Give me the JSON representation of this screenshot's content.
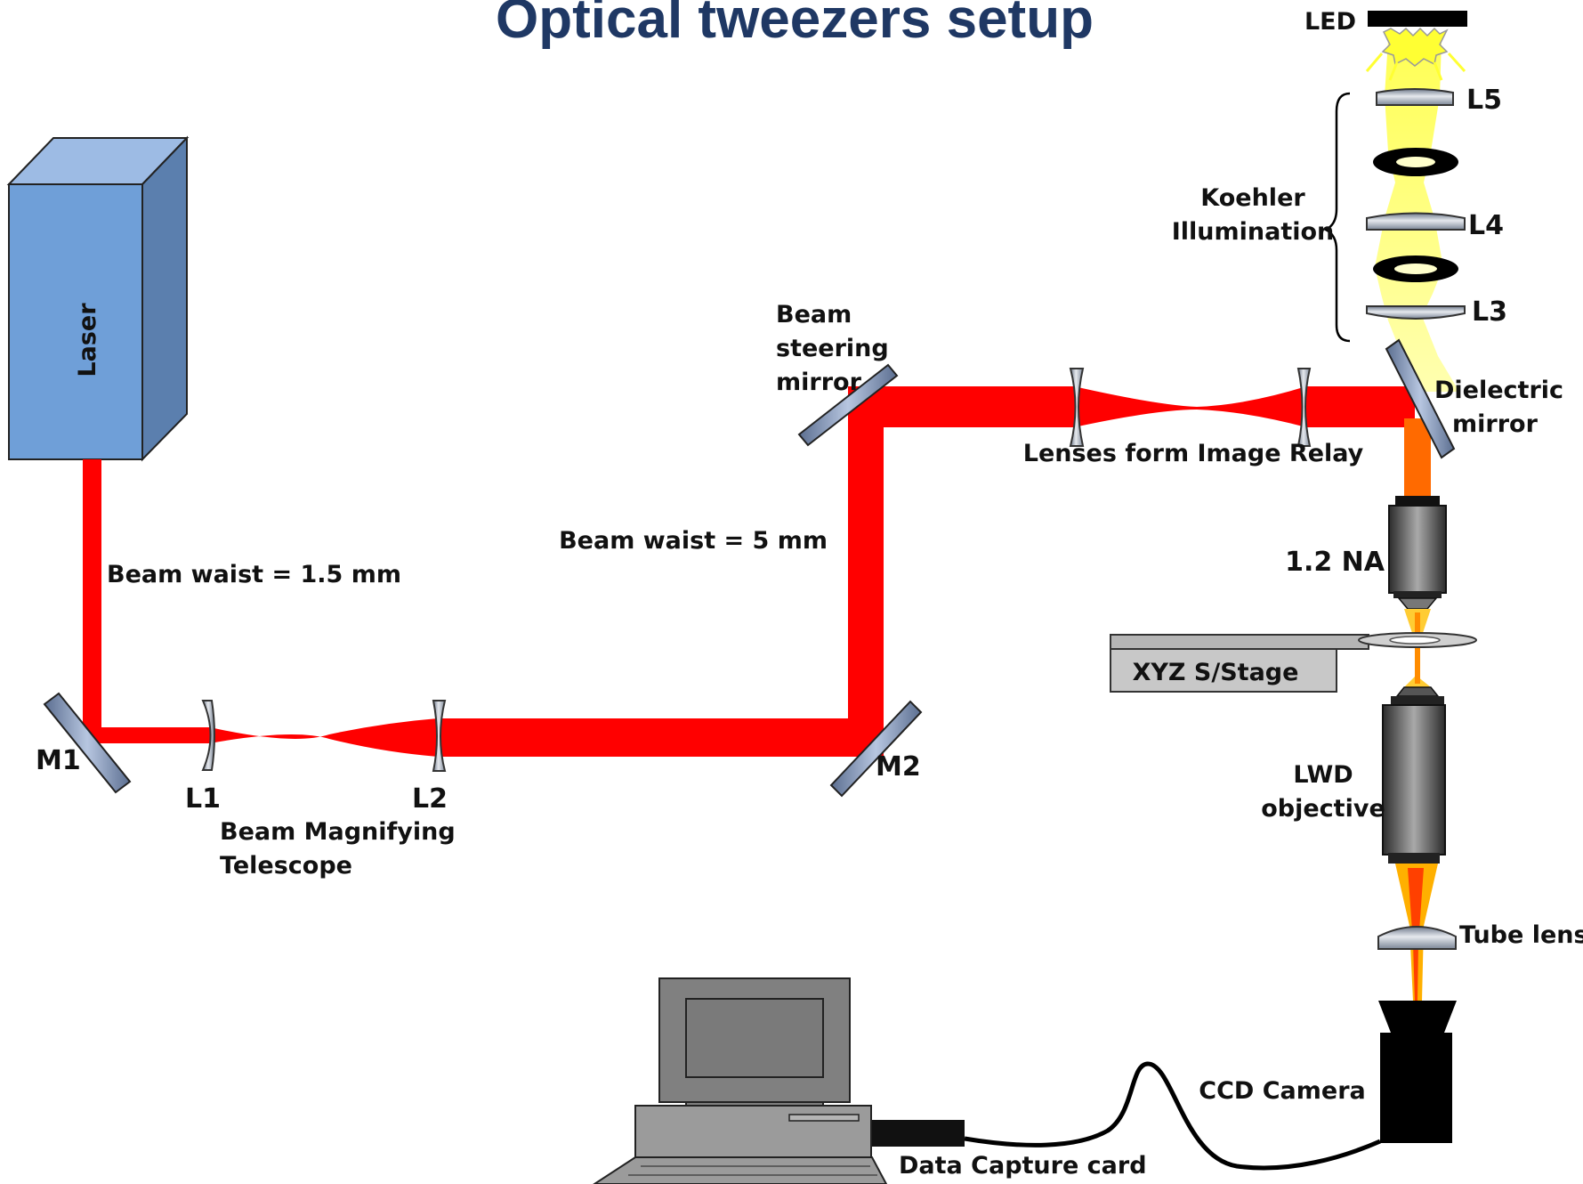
{
  "title": "Optical tweezers setup",
  "labels": {
    "led": "LED",
    "l5": "L5",
    "koehler_line1": "Koehler",
    "koehler_line2": "Illumination",
    "l4": "L4",
    "l3": "L3",
    "laser": "Laser",
    "beam_steering_line1": "Beam",
    "beam_steering_line2": "steering",
    "beam_steering_line3": "mirror",
    "dielectric_line1": "Dielectric",
    "dielectric_line2": "mirror",
    "image_relay": "Lenses form Image Relay",
    "beam_waist_5": "Beam waist = 5 mm",
    "beam_waist_15": "Beam waist = 1.5 mm",
    "na": "1.2 NA",
    "stage": "XYZ S/Stage",
    "m1": "M1",
    "l1": "L1",
    "l2": "L2",
    "m2": "M2",
    "telescope_line1": "Beam Magnifying",
    "telescope_line2": "Telescope",
    "lwd_line1": "LWD",
    "lwd_line2": "objective",
    "tube_lens": "Tube lens",
    "ccd": "CCD Camera",
    "capture": "Data Capture card"
  },
  "colors": {
    "title": "#1f3864",
    "laser_beam": "#ff0000",
    "laser_front": "#6f9fd8",
    "laser_top": "#9dbbe4",
    "laser_side": "#5b7fae",
    "illumination": "#ffff66",
    "mixed_beam": "#ff6a00"
  }
}
